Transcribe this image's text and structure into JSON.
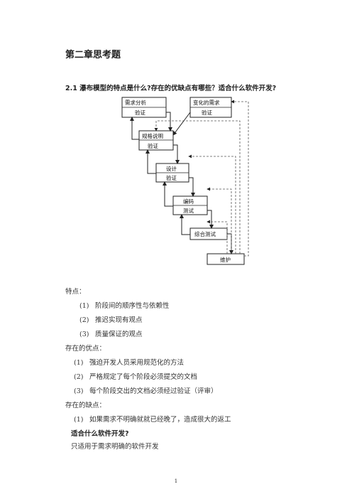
{
  "heading": "第二章思考题",
  "question_1": "2.1  瀑布模型的特点是什么?存在的优缺点有哪些？适合什么软件开发?",
  "diagram": {
    "boxes": [
      {
        "top": "需求分析",
        "bottom": "验证"
      },
      {
        "top": "变化的需求",
        "bottom": "验证"
      },
      {
        "top": "规格说明",
        "bottom": "验证"
      },
      {
        "top": "设计",
        "bottom": "验证"
      },
      {
        "top": "编码",
        "bottom": "测试"
      },
      {
        "top": "综合测试",
        "bottom": ""
      },
      {
        "top": "维护",
        "bottom": ""
      }
    ]
  },
  "features": {
    "label": "特点：",
    "items": [
      {
        "num": "(1)",
        "text": "阶段间的顺序性与依赖性"
      },
      {
        "num": "(2)",
        "text": "推迟实现有观点"
      },
      {
        "num": "(3)",
        "text": "质量保证的观点"
      }
    ]
  },
  "advantages": {
    "label": "存在的优点：",
    "items": [
      {
        "num": "(1)",
        "text": "强迫开发人员采用规范化的方法"
      },
      {
        "num": "(2)",
        "text": "严格规定了每个阶段必须提交的文档"
      },
      {
        "num": "(3)",
        "text": "每个阶段交出的文档必须经过验证（评审）"
      }
    ]
  },
  "disadvantages": {
    "label": "存在的缺点：",
    "items": [
      {
        "num": "(1)",
        "text": "如果需求不明确就就已经晚了，造成很大的返工"
      }
    ]
  },
  "suitable": {
    "heading": "适合什么软件开发?",
    "answer": "只适用于需求明确的软件开发"
  },
  "page_number": "1"
}
